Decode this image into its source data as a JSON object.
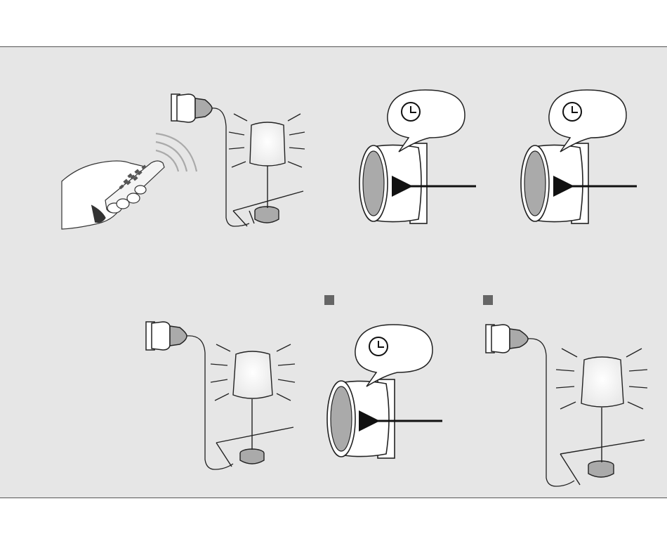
{
  "illustration": {
    "steps": [
      {
        "scene": "remote-pairing",
        "icons": [
          "remote-control-icon",
          "signal-waves-icon",
          "wall-socket-icon",
          "table-lamp-icon"
        ]
      },
      {
        "scene": "timer-button-press",
        "icons": [
          "socket-adapter-icon",
          "clock-icon",
          "arrow-icon"
        ]
      },
      {
        "scene": "timer-button-press",
        "icons": [
          "socket-adapter-icon",
          "clock-icon",
          "arrow-icon"
        ]
      },
      {
        "scene": "lamp-lit",
        "icons": [
          "wall-socket-icon",
          "table-lamp-icon"
        ]
      },
      {
        "scene": "timer-button-press",
        "icons": [
          "socket-adapter-icon",
          "clock-icon",
          "arrow-icon"
        ],
        "marker": "square-marker-icon"
      },
      {
        "scene": "lamp-lit",
        "icons": [
          "wall-socket-icon",
          "table-lamp-icon"
        ],
        "marker": "square-marker-icon"
      }
    ]
  },
  "colors": {
    "panel_bg": "#e6e6e6",
    "line": "#222222",
    "lamp_glow": "#ffffff",
    "button": "#9a9a9a",
    "marker": "#666666"
  }
}
